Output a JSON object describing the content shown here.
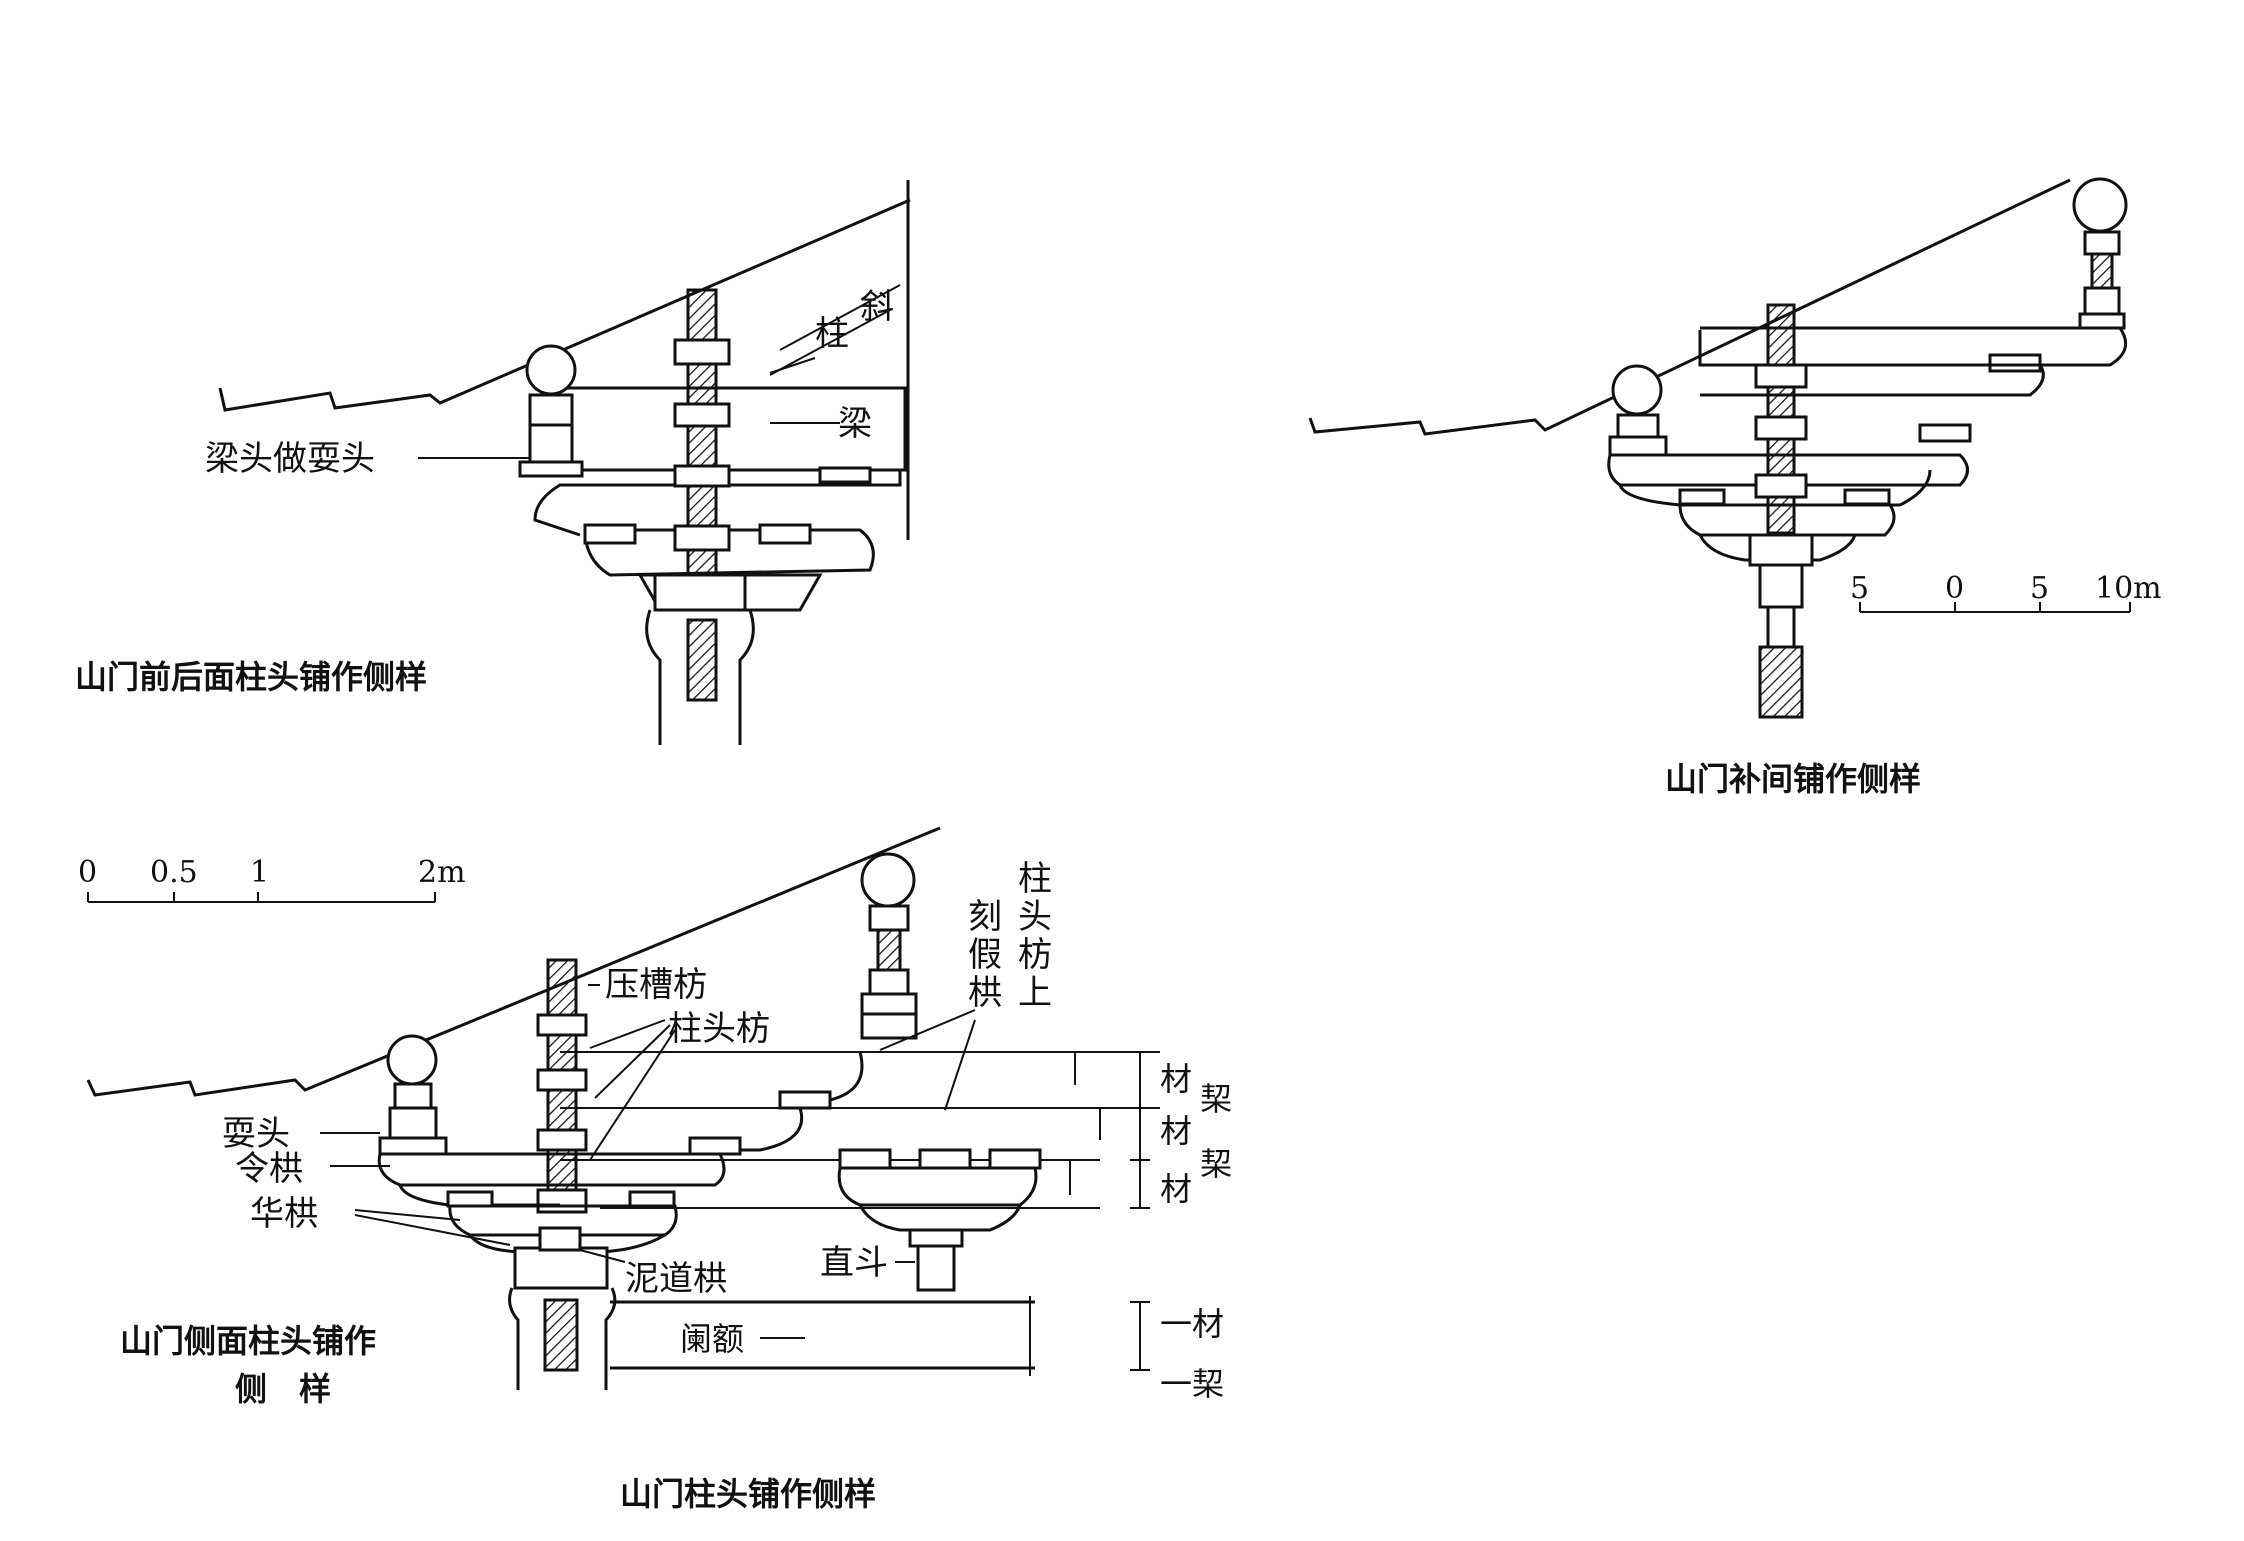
{
  "diagrams": {
    "front_back": {
      "caption": "山门前后面柱头铺作侧样",
      "labels": {
        "zhuxie": "柱",
        "zhuxie2": "斜",
        "liang": "梁",
        "liangtou": "梁头做耍头"
      }
    },
    "bujian": {
      "caption": "山门补间铺作侧样",
      "scale": [
        "5",
        "0",
        "5",
        "10m"
      ]
    },
    "side": {
      "caption": "山门侧面柱头铺作",
      "caption2": "侧　样",
      "scale": [
        "0",
        "0.5",
        "1",
        "2m"
      ],
      "labels": {
        "yacaofang": "压槽枋",
        "zhutoufang": "柱头枋",
        "shuatou": "耍头",
        "linggong": "令栱",
        "huagong": "华栱",
        "nidaogong": "泥道栱",
        "zhidou": "直斗",
        "lan_e": "阑额",
        "kejiagong_1": "刻",
        "kejiagong_2": "假",
        "kejiagong_3": "栱",
        "zhutoufang_v1": "柱",
        "zhutoufang_v2": "头",
        "zhutoufang_v3": "枋",
        "zhutoufang_v4": "上",
        "cai1": "材",
        "qi1": "栔",
        "cai2": "材",
        "qi2": "栔",
        "cai3": "材",
        "cai4": "一材",
        "qi3": "一栔"
      }
    },
    "overall_caption": "山门柱头铺作侧样"
  }
}
